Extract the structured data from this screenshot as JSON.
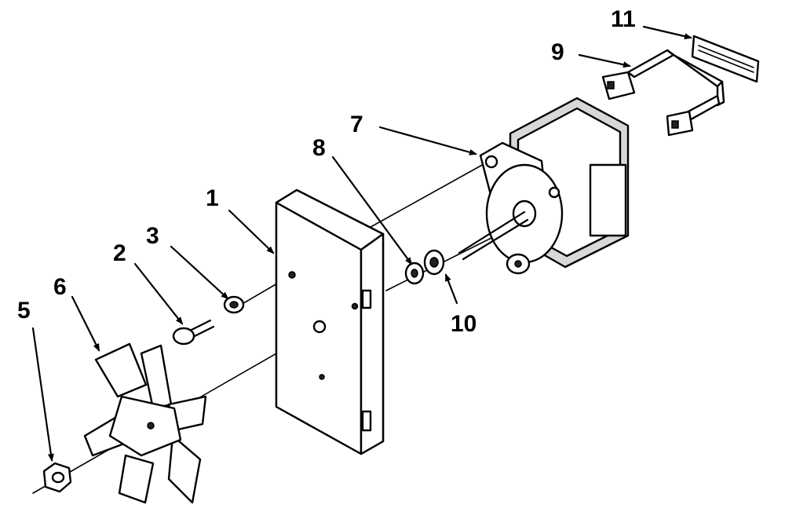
{
  "diagram": {
    "callouts": [
      {
        "id": "1",
        "label": "1"
      },
      {
        "id": "2",
        "label": "2"
      },
      {
        "id": "3",
        "label": "3"
      },
      {
        "id": "5",
        "label": "5"
      },
      {
        "id": "6",
        "label": "6"
      },
      {
        "id": "7",
        "label": "7"
      },
      {
        "id": "8",
        "label": "8"
      },
      {
        "id": "9",
        "label": "9"
      },
      {
        "id": "10",
        "label": "10"
      },
      {
        "id": "11",
        "label": "11"
      }
    ]
  }
}
